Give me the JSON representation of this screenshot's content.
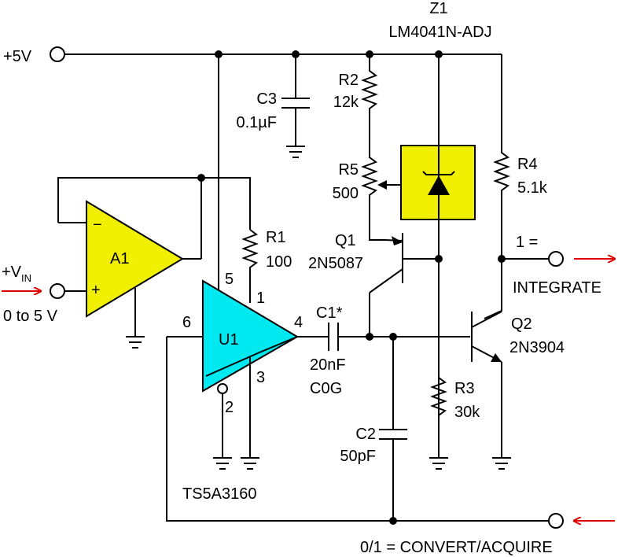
{
  "labels": {
    "vcc": "+5V",
    "z1_ref": "Z1",
    "z1_part": "LM4041N-ADJ",
    "r2_ref": "R2",
    "r2_val": "12k",
    "r5_ref": "R5",
    "r5_val": "500",
    "r4_ref": "R4",
    "r4_val": "5.1k",
    "c3_ref": "C3",
    "c3_val": "0.1µF",
    "r1_ref": "R1",
    "r1_val": "100",
    "q1_ref": "Q1",
    "q1_part": "2N5087",
    "a1_ref": "A1",
    "a1_minus": "−",
    "a1_plus": "+",
    "vin_main": "+V",
    "vin_sub": "IN",
    "vin_range": "0 to 5 V",
    "u1_ref": "U1",
    "pin5": "5",
    "pin1": "1",
    "pin6": "6",
    "pin4": "4",
    "pin3": "3",
    "pin2": "2",
    "c1_ref": "C1*",
    "c1_val": "20nF",
    "c1_type": "C0G",
    "q2_ref": "Q2",
    "q2_part": "2N3904",
    "integrate_top": "1 =",
    "integrate_label": "INTEGRATE",
    "r3_ref": "R3",
    "r3_val": "30k",
    "c2_ref": "C2",
    "c2_val": "50pF",
    "u1_part": "TS5A3160",
    "convert_label": "0/1 = CONVERT/ACQUIRE"
  },
  "colors": {
    "opamp_fill": "#f0f000",
    "switch_fill": "#00e8f0",
    "zener_box": "#f0f000",
    "arrow": "#e00000"
  }
}
